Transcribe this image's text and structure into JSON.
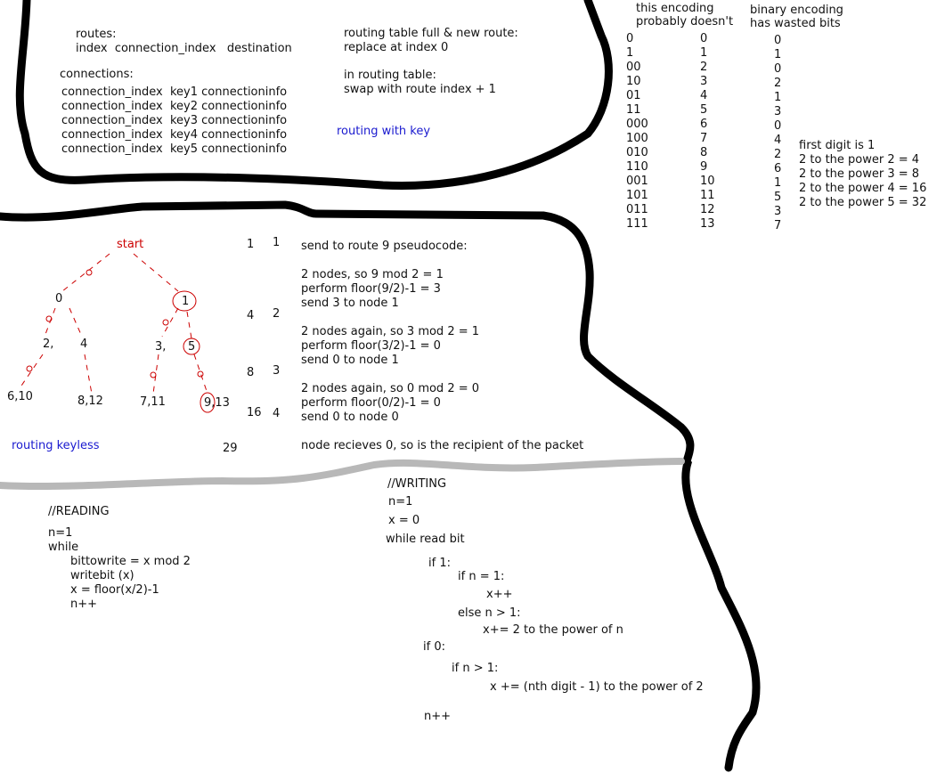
{
  "colors": {
    "ink": "#000000",
    "blue_text": "#1a1acf",
    "red_tree": "#cc0000",
    "gray_line": "#b8b8b8"
  },
  "routing_with_key": {
    "routes_label": "routes:",
    "routes_header": "index  connection_index   destination",
    "connections_label": "connections:",
    "connection_rows": [
      "connection_index  key1 connectioninfo",
      "connection_index  key2 connectioninfo",
      "connection_index  key3 connectioninfo",
      "connection_index  key4 connectioninfo",
      "connection_index  key5 connectioninfo"
    ],
    "note_full_1": "routing table full & new route:",
    "note_full_2": "replace at index 0",
    "note_in_1": "in routing table:",
    "note_in_2": "swap with route index + 1",
    "title": "routing with key"
  },
  "encoding": {
    "header_a_1": "this encoding",
    "header_a_2": "probably doesn't",
    "header_b_1": "binary encoding",
    "header_b_2": "has wasted bits",
    "codes": [
      "0",
      "1",
      "00",
      "10",
      "01",
      "11",
      "000",
      "100",
      "010",
      "110",
      "001",
      "101",
      "011",
      "111"
    ],
    "values": [
      "0",
      "1",
      "2",
      "3",
      "4",
      "5",
      "6",
      "7",
      "8",
      "9",
      "10",
      "11",
      "12",
      "13"
    ],
    "binary_digits": [
      "0",
      "1",
      "0",
      "2",
      "1",
      "3",
      "0",
      "4",
      "2",
      "6",
      "1",
      "5",
      "3",
      "7"
    ],
    "first_digit": "first digit is 1",
    "powers": [
      "2 to the power 2 = 4",
      "2 to the power 3 = 8",
      "2 to the power 4 = 16",
      "2 to the power 5 = 32"
    ]
  },
  "routing_keyless": {
    "start": "start",
    "nodes": [
      "0",
      "1",
      "2,",
      "4",
      "3,",
      "5",
      "6,10",
      "8,12",
      "7,11",
      "9,13"
    ],
    "col_a": [
      "1",
      "4",
      "8",
      "16"
    ],
    "col_b": [
      "1",
      "2",
      "3",
      "4"
    ],
    "sum": "29",
    "title": "routing keyless",
    "pseudo": [
      "send to route 9 pseudocode:",
      "",
      "2 nodes, so 9 mod 2 = 1",
      "perform floor(9/2)-1 = 3",
      "send 3 to node 1",
      "",
      "2 nodes again, so 3 mod 2 = 1",
      "perform floor(3/2)-1 = 0",
      "send 0 to node 1",
      "",
      "2 nodes again, so 0 mod 2 = 0",
      "perform floor(0/2)-1 = 0",
      "send 0 to node 0",
      "",
      "node recieves 0, so is the recipient of the packet"
    ]
  },
  "reading": {
    "title": "//READING",
    "lines": [
      "n=1",
      "while"
    ],
    "body": [
      "bittowrite = x mod 2",
      "writebit (x)",
      "x = floor(x/2)-1",
      "n++"
    ]
  },
  "writing": {
    "title": "//WRITING",
    "n1": "n=1",
    "x0": "x = 0",
    "loop": "while read bit",
    "if1": "if 1:",
    "ifn1": "if n = 1:",
    "xinc": "x++",
    "elsen": "else n > 1:",
    "xadd": "x+= 2 to the power of n",
    "if0": "if 0:",
    "ifn2": "if n > 1:",
    "xnth": "x += (nth digit - 1) to the power of 2",
    "ninc": "n++"
  }
}
